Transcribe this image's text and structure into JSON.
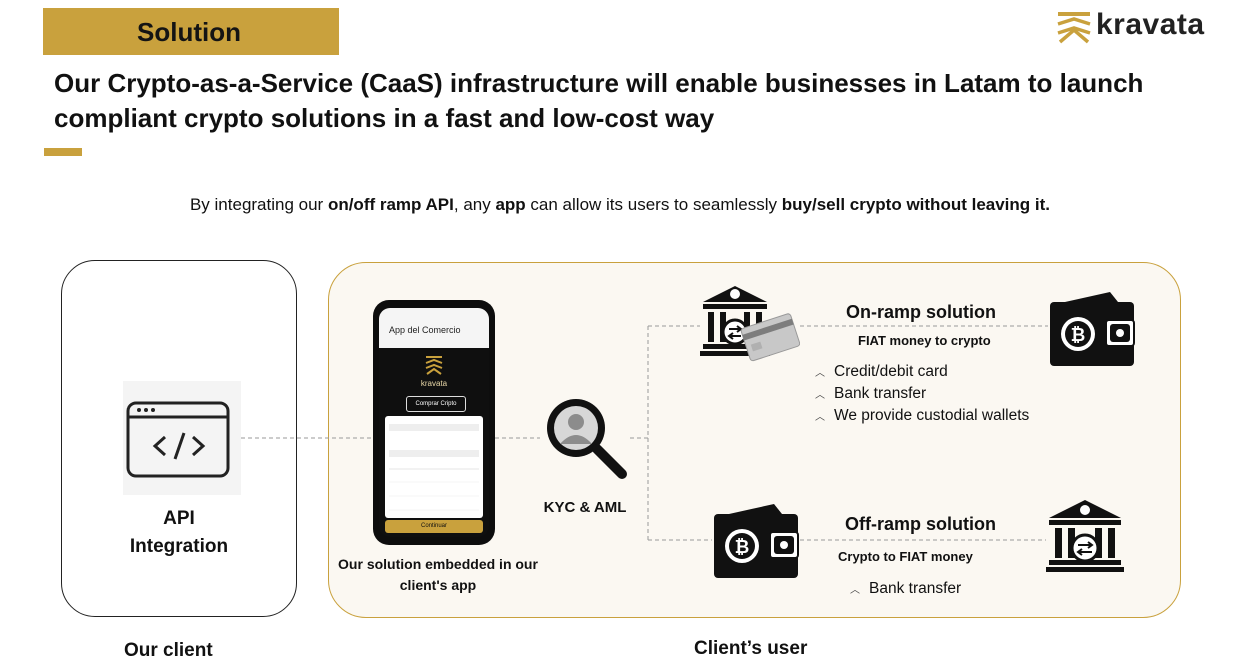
{
  "header": {
    "section_label": "Solution",
    "logo_text": "kravata",
    "headline": "Our Crypto-as-a-Service (CaaS) infrastructure will enable businesses in Latam to launch compliant crypto solutions in a fast and low-cost way"
  },
  "intro": {
    "part1": "By integrating our ",
    "bold1": "on/off ramp API",
    "part2": ", any ",
    "bold2": "app",
    "part3": " can allow its users to seamlessly ",
    "bold3": "buy/sell crypto without leaving it."
  },
  "client": {
    "api_label_line1": "API",
    "api_label_line2": "Integration",
    "footer": "Our client"
  },
  "phone": {
    "app_title": "App del Comercio",
    "brand": "kravata",
    "button": "Comprar Cripto",
    "cta": "Continuar",
    "caption": "Our solution embedded in our client's app"
  },
  "kyc": {
    "label": "KYC & AML"
  },
  "onramp": {
    "title": "On-ramp solution",
    "subtitle": "FIAT money to crypto",
    "features": [
      "Credit/debit card",
      "Bank transfer",
      "We provide custodial wallets"
    ]
  },
  "offramp": {
    "title": "Off-ramp solution",
    "subtitle": "Crypto to FIAT money",
    "features": [
      "Bank transfer"
    ]
  },
  "user": {
    "footer": "Client’s user"
  },
  "colors": {
    "accent": "#c9a13d",
    "dark": "#111111"
  }
}
